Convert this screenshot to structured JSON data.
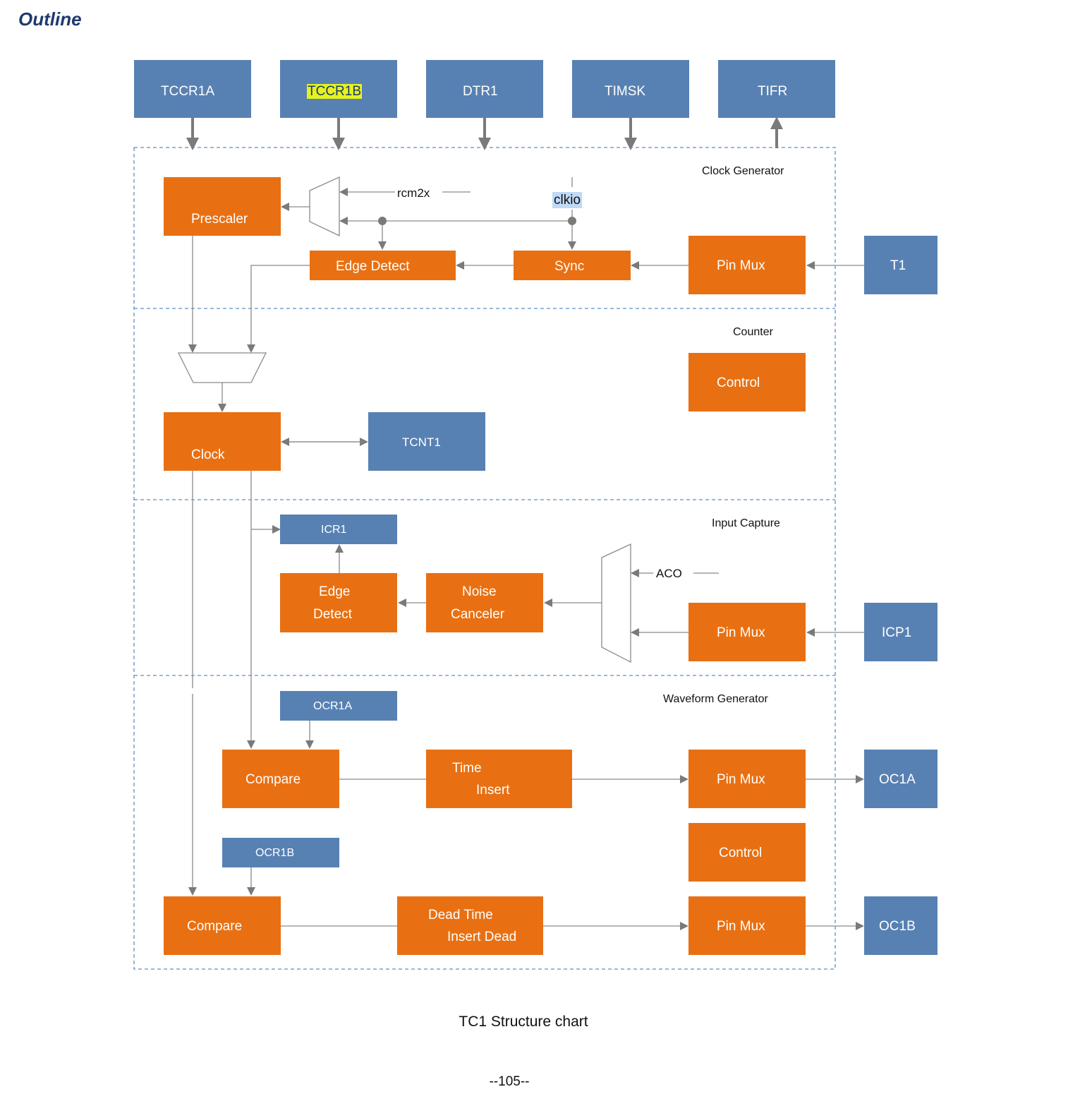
{
  "header": {
    "title": "Outline"
  },
  "registers": {
    "tccr1a": "TCCR1A",
    "tccr1b": "TCCR1B",
    "dtr1": "DTR1",
    "timsk": "TIMSK",
    "tifr": "TIFR"
  },
  "sections": {
    "clock_generator": "Clock Generator",
    "counter": "Counter",
    "input_capture": "Input Capture",
    "waveform_generator": "Waveform Generator"
  },
  "clock_generator": {
    "prescaler": "Prescaler",
    "edge_detect": "Edge Detect",
    "sync": "Sync",
    "pin_mux": "Pin Mux",
    "t1": "T1",
    "rcm2x": "rcm2x",
    "clkio": "clkio"
  },
  "counter": {
    "control": "Control",
    "clock": "Clock",
    "tcnt1": "TCNT1"
  },
  "input_capture": {
    "icr1": "ICR1",
    "edge_detect_line1": "Edge",
    "edge_detect_line2": "Detect",
    "noise_canceler_line1": "Noise",
    "noise_canceler_line2": "Canceler",
    "aco": "ACO",
    "pin_mux": "Pin Mux",
    "icp1": "ICP1"
  },
  "waveform_generator": {
    "ocr1a": "OCR1A",
    "compare_a": "Compare",
    "time_insert_line1": "Time",
    "time_insert_line2": "Insert",
    "pin_mux_a": "Pin Mux",
    "oc1a": "OC1A",
    "control": "Control",
    "ocr1b": "OCR1B",
    "compare_b": "Compare",
    "dead_time_line1": "Dead Time",
    "dead_time_line2": "Insert Dead",
    "pin_mux_b": "Pin Mux",
    "oc1b": "OC1B"
  },
  "caption": "TC1 Structure chart",
  "page_number": "--105--",
  "colors": {
    "register_blue": "#5881B3",
    "block_orange": "#E87012",
    "title_navy": "#1F3A6E",
    "highlight_yellow": "#E6F21E",
    "highlight_blue": "#BFD9F6",
    "dashed_border": "#5A8FCB"
  }
}
